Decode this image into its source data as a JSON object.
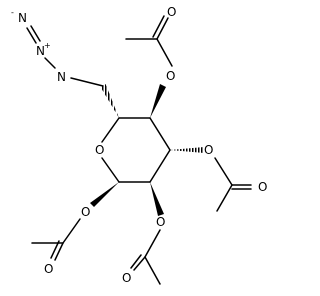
{
  "molecule": {
    "atoms": {
      "ring_oxygen": "O",
      "ester_oxygen_c1": "O",
      "ester_oxygen_c2": "O",
      "ester_oxygen_c3": "O",
      "ester_oxygen_c4": "O",
      "carbonyl_oxygen_c1": "O",
      "carbonyl_oxygen_c2": "O",
      "carbonyl_oxygen_c3": "O",
      "carbonyl_oxygen_c4": "O",
      "azide_n1": "N",
      "azide_n2": "N",
      "azide_n3": "N"
    },
    "charges": {
      "azide_n2": "+",
      "azide_n3": "-"
    }
  }
}
